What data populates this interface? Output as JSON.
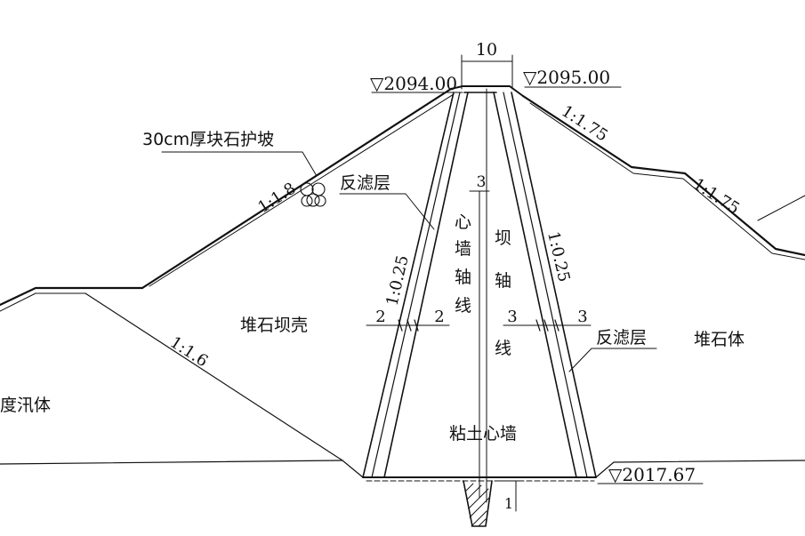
{
  "elevations": {
    "upstream_crest": "▽2094.00",
    "downstream_crest": "▽2095.00",
    "foundation": "▽2017.67"
  },
  "dimensions": {
    "crest_width": "10",
    "core_top_width": "3",
    "filter_upstream_left": "2",
    "filter_upstream_right": "2",
    "filter_downstream_left": "3",
    "filter_downstream_right": "3",
    "cutoff_depth": "1"
  },
  "slopes": {
    "upstream_shell": "1:1.8",
    "downstream_upper": "1:1.75",
    "downstream_lower": "1:1.75",
    "cofferdam": "1:1.6",
    "core_upstream": "1:0.25",
    "core_downstream": "1:0.25"
  },
  "labels": {
    "riprap": "30cm厚块石护坡",
    "filter_upstream": "反滤层",
    "filter_downstream": "反滤层",
    "core_axis_chars": [
      "心",
      "墙",
      "轴",
      "线"
    ],
    "dam_axis_chars": [
      "坝",
      "轴",
      "线"
    ],
    "upstream_shell": "堆石坝壳",
    "downstream_body": "堆石体",
    "cofferdam": "度汛体",
    "clay_core": "粘土心墙"
  }
}
